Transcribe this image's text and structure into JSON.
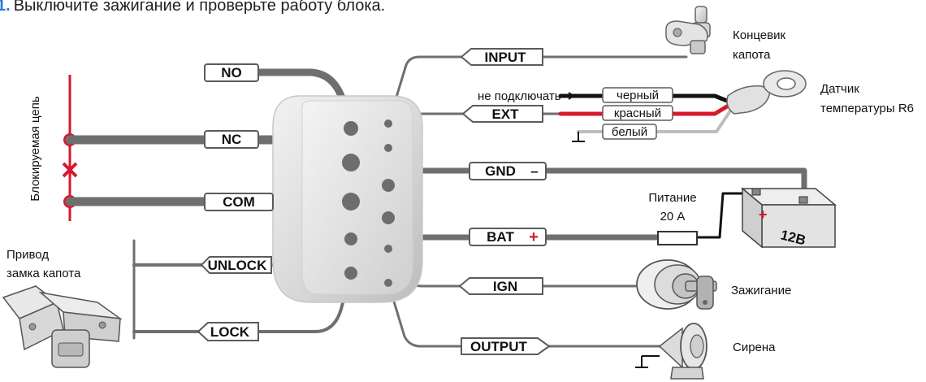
{
  "header": {
    "step": "1.",
    "text": "Выключите зажигание и проверьте работу блока."
  },
  "relay_labels": {
    "no": "NO",
    "nc": "NC",
    "com": "COM",
    "unlock": "UNLOCK",
    "lock": "LOCK"
  },
  "right_labels": {
    "input": "INPUT",
    "ext": "EXT",
    "gnd": "GND",
    "gnd_sign": "–",
    "bat": "BAT",
    "bat_sign": "+",
    "ign": "IGN",
    "output": "OUTPUT"
  },
  "wire_labels": {
    "black": "черный",
    "red": "красный",
    "white": "белый",
    "no_connect": "не подключать"
  },
  "captions": {
    "blocked_circuit": "Блокируемая цепь",
    "hood_actuator_line1": "Привод",
    "hood_actuator_line2": "замка капота",
    "hood_switch_line1": "Концевик",
    "hood_switch_line2": "капота",
    "temp_sensor_line1": "Датчик",
    "temp_sensor_line2": "температуры R6",
    "power_line1": "Питание",
    "power_line2": "20 А",
    "battery": "12В",
    "battery_plus": "+",
    "ignition": "Зажигание",
    "siren": "Сирена"
  },
  "colors": {
    "accent_blue": "#2f7bd3",
    "wire_red": "#d6192b",
    "wire_gray": "#6f6f6f",
    "wire_black": "#111111"
  },
  "icons": {
    "hood_switch": "hood-switch-icon",
    "temp_sensor": "temperature-sensor-icon",
    "battery": "battery-icon",
    "ignition": "ignition-lock-icon",
    "siren": "siren-icon",
    "actuator": "hood-lock-actuator-icon",
    "fuse": "fuse-icon",
    "ground": "ground-icon"
  }
}
